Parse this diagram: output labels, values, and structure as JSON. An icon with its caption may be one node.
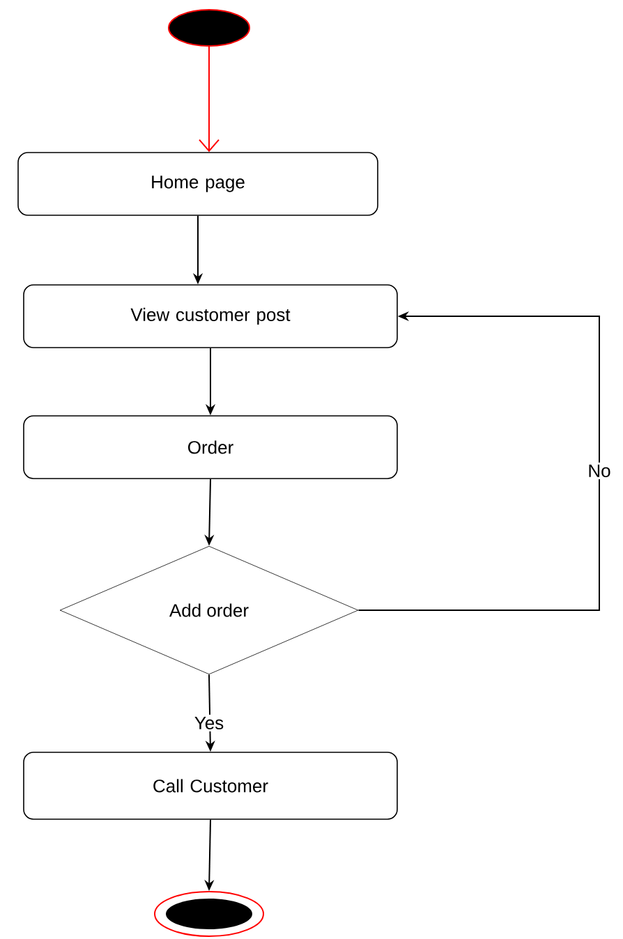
{
  "diagram": {
    "nodes": [
      {
        "text": [],
        "shape": "circle"
      },
      {
        "text": [
          "Home page"
        ]
      },
      {
        "text": [
          "View customer post"
        ]
      },
      {
        "text": [
          "Order"
        ]
      },
      {
        "text": [
          "Add order"
        ]
      },
      {
        "text": [
          "Call Customer"
        ]
      },
      {
        "text": [],
        "shape": "bullseye"
      }
    ],
    "edges": [
      {
        "from": 0,
        "to": 1,
        "arrow": "to",
        "color": "#ff0000"
      },
      {
        "from": 1,
        "to": 2,
        "arrow": "to"
      },
      {
        "from": 2,
        "to": 3,
        "arrow": "to"
      },
      {
        "from": 3,
        "to": 4,
        "arrow": "to"
      },
      {
        "from": 4,
        "to": 5,
        "arrow": "to",
        "label": "Yes"
      },
      {
        "from": 4,
        "to": 2,
        "arrow": "to",
        "label": "No"
      },
      {
        "from": 5,
        "to": 6,
        "arrow": "to"
      }
    ]
  }
}
